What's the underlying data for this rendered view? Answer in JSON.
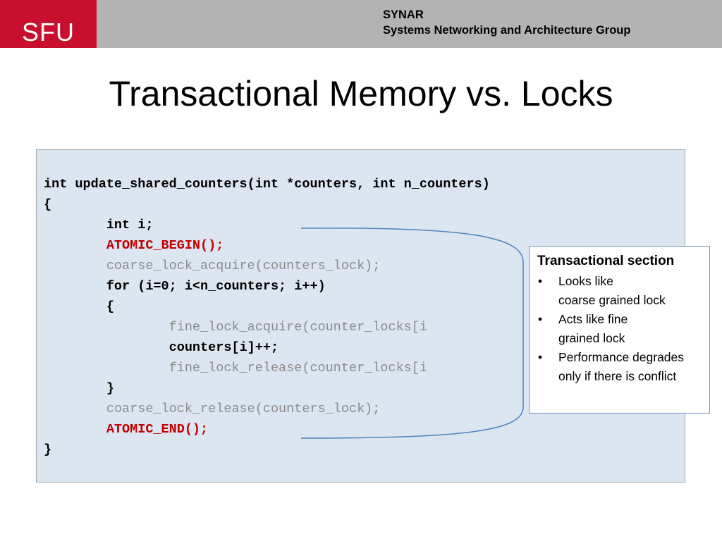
{
  "header": {
    "logo_text": "SFU",
    "group_short": "SYNAR",
    "group_full": "Systems Networking and Architecture Group",
    "brand_red": "#c8102e",
    "bar_gray": "#b3b3b3"
  },
  "slide": {
    "title": "Transactional Memory vs. Locks"
  },
  "code": {
    "panel_color": "#dce6f1",
    "lines": [
      {
        "text": "int update_shared_counters(int *counters, int n_counters)",
        "style": "normal"
      },
      {
        "text": "{",
        "style": "normal"
      },
      {
        "text": "        int i;",
        "style": "normal"
      },
      {
        "text": "        ATOMIC_BEGIN();",
        "style": "red"
      },
      {
        "text": "        coarse_lock_acquire(counters_lock);",
        "style": "gray"
      },
      {
        "text": "        for (i=0; i<n_counters; i++)",
        "style": "normal"
      },
      {
        "text": "        {",
        "style": "normal"
      },
      {
        "text": "                fine_lock_acquire(counter_locks[i",
        "style": "gray"
      },
      {
        "text": "                counters[i]++;",
        "style": "normal"
      },
      {
        "text": "                fine_lock_release(counter_locks[i",
        "style": "gray"
      },
      {
        "text": "        }",
        "style": "normal"
      },
      {
        "text": "        coarse_lock_release(counters_lock);",
        "style": "gray"
      },
      {
        "text": "        ATOMIC_END();",
        "style": "red"
      },
      {
        "text": "}",
        "style": "normal"
      }
    ]
  },
  "callout": {
    "heading": "Transactional section",
    "bullet_glyph": "•",
    "items": [
      "Looks like\ncoarse grained lock",
      "Acts like fine\ngrained lock",
      "Performance degrades\nonly if there is conflict"
    ],
    "border_color": "#6d8fc7"
  }
}
